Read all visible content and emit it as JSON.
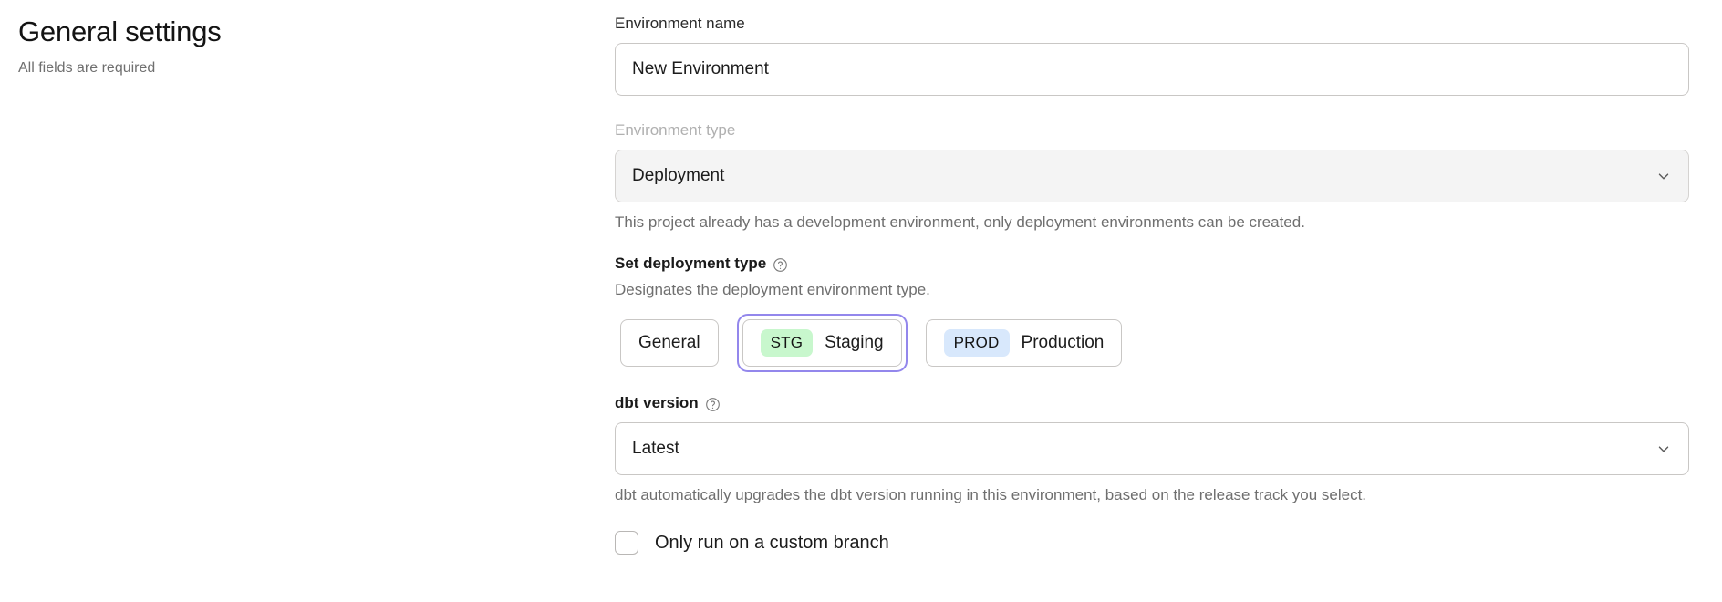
{
  "header": {
    "title": "General settings",
    "subtitle": "All fields are required"
  },
  "form": {
    "environment_name": {
      "label": "Environment name",
      "value": "New Environment",
      "placeholder": "Environment name"
    },
    "environment_type": {
      "label": "Environment type",
      "value": "Deployment",
      "disabled": true,
      "helper": "This project already has a development environment, only deployment environments can be created.",
      "chevron_icon": "chevron-down-icon"
    },
    "deployment_type": {
      "label": "Set deployment type",
      "help_icon": "help-circle-icon",
      "description": "Designates the deployment environment type.",
      "selected": "Staging",
      "options": [
        {
          "label": "General",
          "badge": "",
          "badge_color": ""
        },
        {
          "label": "Staging",
          "badge": "STG",
          "badge_color": "#c8f7cd"
        },
        {
          "label": "Production",
          "badge": "PROD",
          "badge_color": "#d8e8fc"
        }
      ]
    },
    "dbt_version": {
      "label": "dbt version",
      "help_icon": "help-circle-icon",
      "value": "Latest",
      "helper": "dbt automatically upgrades the dbt version running in this environment, based on the release track you select.",
      "chevron_icon": "chevron-down-icon"
    },
    "custom_branch": {
      "label": "Only run on a custom branch",
      "checked": false
    }
  },
  "colors": {
    "focus_ring": "#9387ec",
    "border": "#c9c7c5",
    "muted_text": "#6f6f6f",
    "disabled_bg": "#f4f4f4"
  }
}
